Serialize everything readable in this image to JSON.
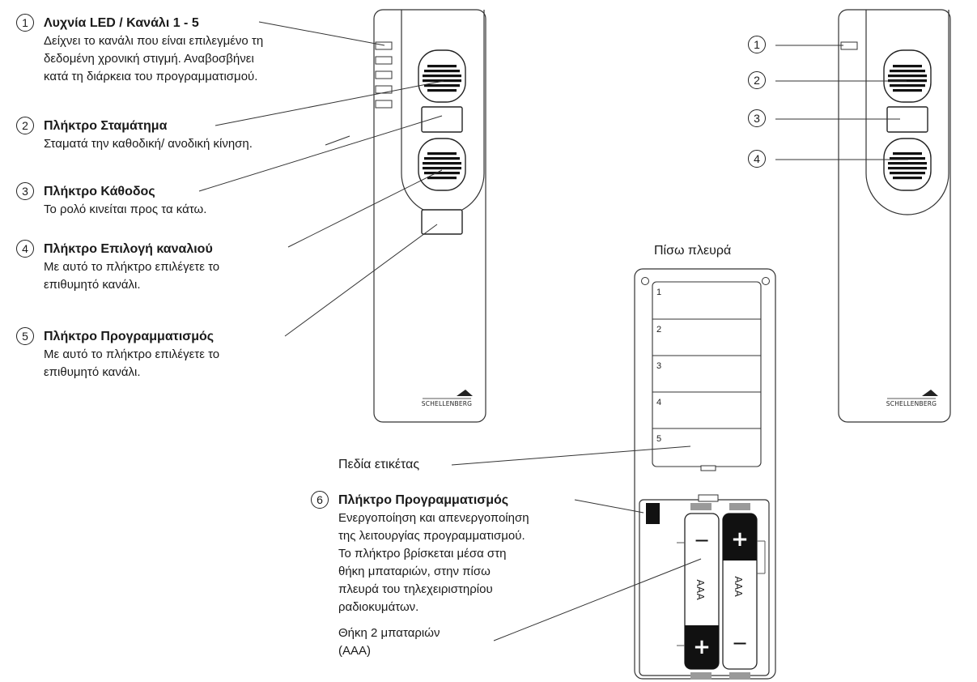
{
  "legend": [
    {
      "num": "1",
      "title": "Λυχνία LED / Κανάλι 1 - 5",
      "desc": [
        "Δείχνει το κανάλι που είναι επιλεγμένο τη",
        "δεδομένη χρονική στιγμή. Αναβοσβήνει",
        "κατά τη διάρκεια του προγραμματισμού."
      ]
    },
    {
      "num": "2",
      "title": "Πλήκτρο Σταμάτημα",
      "desc": [
        "Σταματά την καθοδική/ ανοδική κίνηση."
      ]
    },
    {
      "num": "3",
      "title": "Πλήκτρο Κάθοδος",
      "desc": [
        "Το ρολό κινείται προς τα κάτω."
      ]
    },
    {
      "num": "4",
      "title": "Πλήκτρο Επιλογή καναλιού",
      "desc": [
        "Με αυτό το πλήκτρο επιλέγετε το",
        "επιθυμητό κανάλι."
      ]
    },
    {
      "num": "5",
      "title": "Πλήκτρο Προγραμματισμός",
      "desc": [
        "Με αυτό το πλήκτρο επιλέγετε το",
        "επιθυμητό κανάλι."
      ]
    },
    {
      "num": "6",
      "title": "Πλήκτρο Προγραμματισμός",
      "desc": [
        "Ενεργοποίηση και απενεργοποίηση",
        "της λειτουργίας προγραμματισμού.",
        "Το πλήκτρο βρίσκεται μέσα στη",
        "θήκη μπαταριών, στην πίσω",
        "πλευρά του τηλεχειριστηρίου",
        "ραδιοκυμάτων."
      ]
    }
  ],
  "right_remote_numbers": [
    "1",
    "2",
    "3",
    "4"
  ],
  "back_side_label": "Πίσω πλευρά",
  "label_fields": "Πεδία ετικέτας",
  "battery_compartment": [
    "Θήκη 2 μπαταριών",
    "(AAA)"
  ],
  "label_slots": [
    "1",
    "2",
    "3",
    "4",
    "5"
  ],
  "brand": "SCHELLENBERG",
  "battery_text": "AAA",
  "plus": "+",
  "minus": "−"
}
